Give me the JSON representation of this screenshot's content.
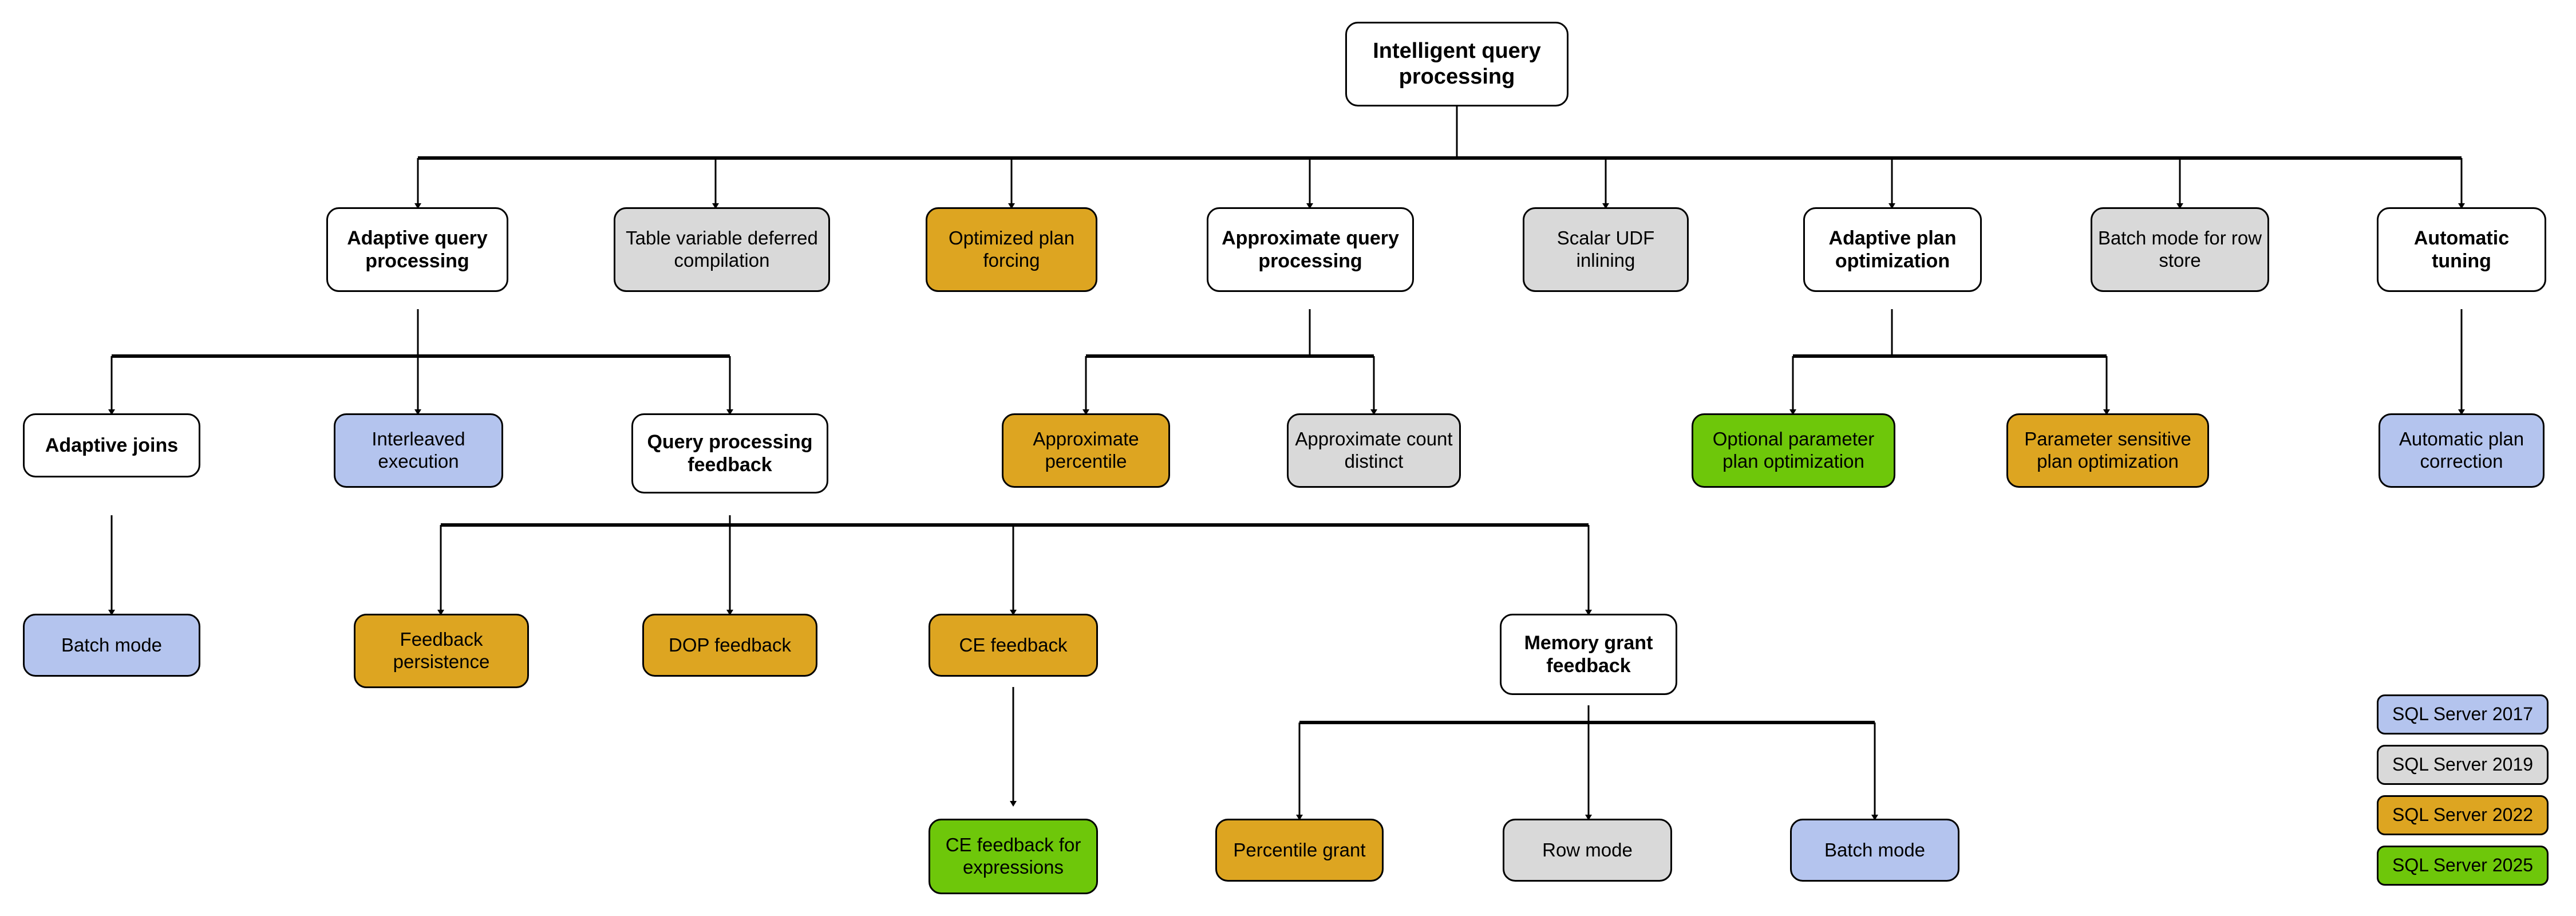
{
  "diagram": {
    "title_node": "Intelligent query processing",
    "palette": {
      "white": "#ffffff",
      "gray": "#d9d9d9",
      "amber": "#dda521",
      "green": "#6ec70a",
      "blue": "#b4c4ee",
      "stroke": "#000000"
    },
    "nodes": {
      "root": "Intelligent query processing",
      "adaptive_query_processing": "Adaptive query processing",
      "table_variable_deferred_compilation": "Table variable deferred compilation",
      "optimized_plan_forcing": "Optimized plan forcing",
      "approximate_query_processing": "Approximate query processing",
      "scalar_udf_inlining": "Scalar UDF inlining",
      "adaptive_plan_optimization": "Adaptive plan optimization",
      "batch_mode_for_row_store": "Batch mode for row store",
      "automatic_tuning": "Automatic tuning",
      "adaptive_joins": "Adaptive joins",
      "interleaved_execution": "Interleaved execution",
      "query_processing_feedback": "Query processing feedback",
      "approximate_percentile": "Approximate percentile",
      "approximate_count_distinct": "Approximate count distinct",
      "optional_parameter_plan_optimization": "Optional parameter plan optimization",
      "parameter_sensitive_plan_optimization": "Parameter sensitive plan optimization",
      "automatic_plan_correction": "Automatic plan correction",
      "batch_mode": "Batch mode",
      "feedback_persistence": "Feedback persistence",
      "dop_feedback": "DOP feedback",
      "ce_feedback": "CE feedback",
      "memory_grant_feedback": "Memory grant feedback",
      "ce_feedback_for_expressions": "CE feedback for expressions",
      "percentile_grant": "Percentile grant",
      "row_mode": "Row mode",
      "batch_mode_mgf": "Batch mode"
    },
    "legend": {
      "items": [
        {
          "label": "SQL Server 2017",
          "color": "#b4c4ee"
        },
        {
          "label": "SQL Server 2019",
          "color": "#d9d9d9"
        },
        {
          "label": "SQL Server 2022",
          "color": "#dda521"
        },
        {
          "label": "SQL Server 2025",
          "color": "#6ec70a"
        }
      ]
    }
  }
}
